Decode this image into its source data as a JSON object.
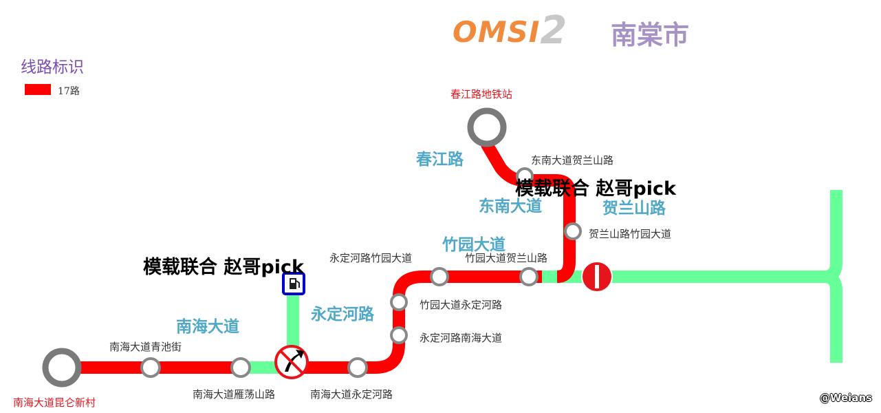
{
  "header": {
    "logo_text": "OMSI",
    "logo_number": "2",
    "city_name": "南棠市"
  },
  "legend": {
    "title": "线路标识",
    "items": [
      {
        "label": "17路",
        "color": "#ff0000"
      }
    ]
  },
  "line": {
    "name": "17路",
    "color": "#ff0000",
    "connector_color": "#66ff99"
  },
  "terminals": [
    {
      "name": "春江路地铁站"
    },
    {
      "name": "南海大道昆仑新村"
    }
  ],
  "stations": [
    {
      "name": "东南大道贺兰山路"
    },
    {
      "name": "贺兰山路竹园大道"
    },
    {
      "name": "竹园大道贺兰山路"
    },
    {
      "name": "永定河路竹园大道"
    },
    {
      "name": "竹园大道永定河路"
    },
    {
      "name": "永定河路南海大道"
    },
    {
      "name": "南海大道永定河路"
    },
    {
      "name": "南海大道雁荡山路"
    },
    {
      "name": "南海大道青池街"
    }
  ],
  "roads": [
    {
      "name": "春江路"
    },
    {
      "name": "东南大道"
    },
    {
      "name": "贺兰山路"
    },
    {
      "name": "竹园大道"
    },
    {
      "name": "永定河路"
    },
    {
      "name": "南海大道"
    }
  ],
  "credits": [
    {
      "text": "模载联合 赵哥pick"
    },
    {
      "text": "模载联合 赵哥pick"
    }
  ],
  "icons": {
    "no_entry": "no-entry-icon",
    "no_turn": "no-right-turn-icon",
    "fuel": "fuel-station-icon"
  },
  "watermark": "@Weians"
}
